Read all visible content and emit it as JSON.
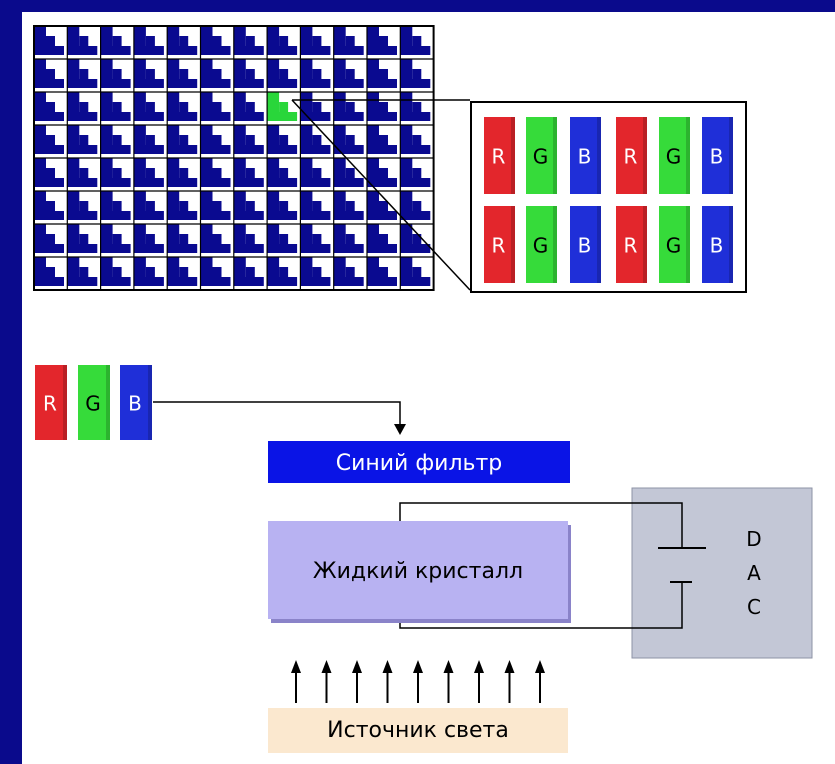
{
  "colors": {
    "background_blue": "#0a0a8c",
    "panel_white": "#ffffff",
    "pixel_blue": "#0a0a90",
    "highlight_green": "#29d63a",
    "red": "#e3262c",
    "green": "#36db3a",
    "blue": "#1f2fd8",
    "filter_blue": "#0a14e6",
    "crystal_purple": "#b8b2f2",
    "dac_gray": "#c3c7d6",
    "light_source": "#fbe8cf"
  },
  "zoom_panel": {
    "row1": [
      "R",
      "G",
      "B",
      "R",
      "G",
      "B"
    ],
    "row2": [
      "R",
      "G",
      "B",
      "R",
      "G",
      "B"
    ]
  },
  "rgb_legend": [
    "R",
    "G",
    "B"
  ],
  "labels": {
    "blue_filter": "Синий фильтр",
    "liquid_crystal": "Жидкий кристалл",
    "light_source": "Источник света",
    "dac": [
      "D",
      "A",
      "C"
    ]
  }
}
